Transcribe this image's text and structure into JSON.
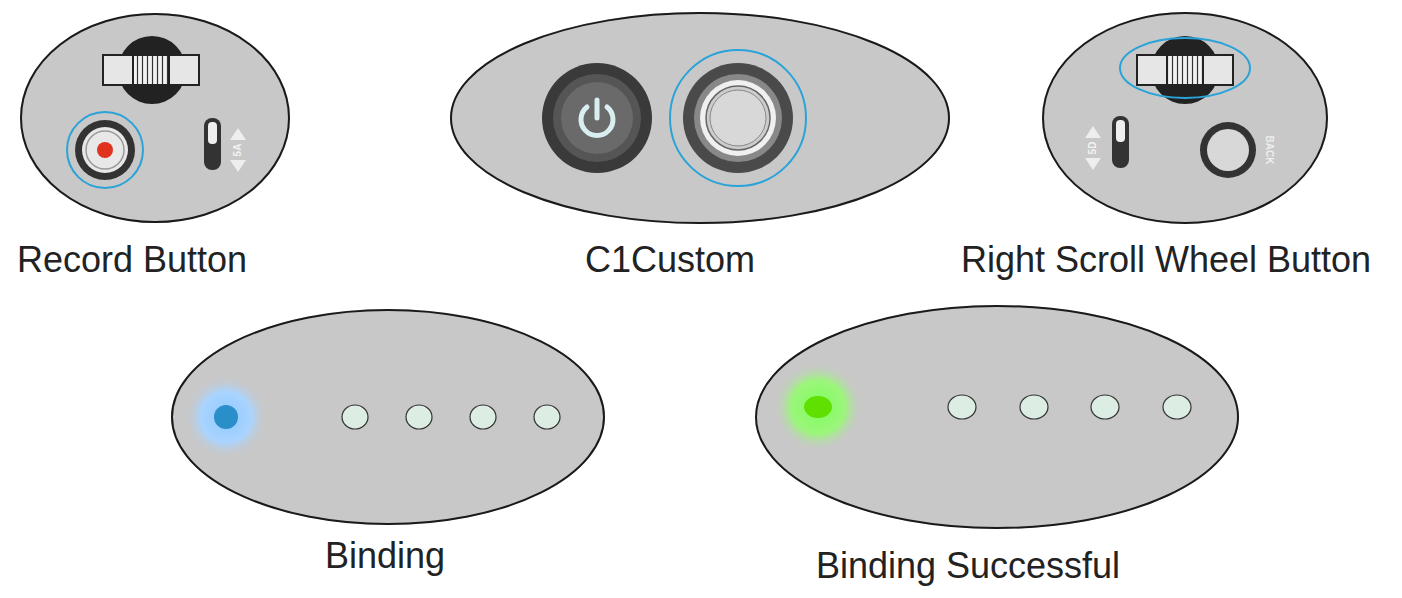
{
  "diagram": {
    "nodes": [
      {
        "text": [
          "Record Button"
        ]
      },
      {
        "text": [
          "C1Custom"
        ]
      },
      {
        "text": [
          "Right Scroll Wheel Button"
        ]
      },
      {
        "text": [
          "Binding"
        ]
      },
      {
        "text": [
          "Binding Successful"
        ]
      }
    ],
    "labels": [
      "5A",
      "5D",
      "BACK"
    ]
  }
}
